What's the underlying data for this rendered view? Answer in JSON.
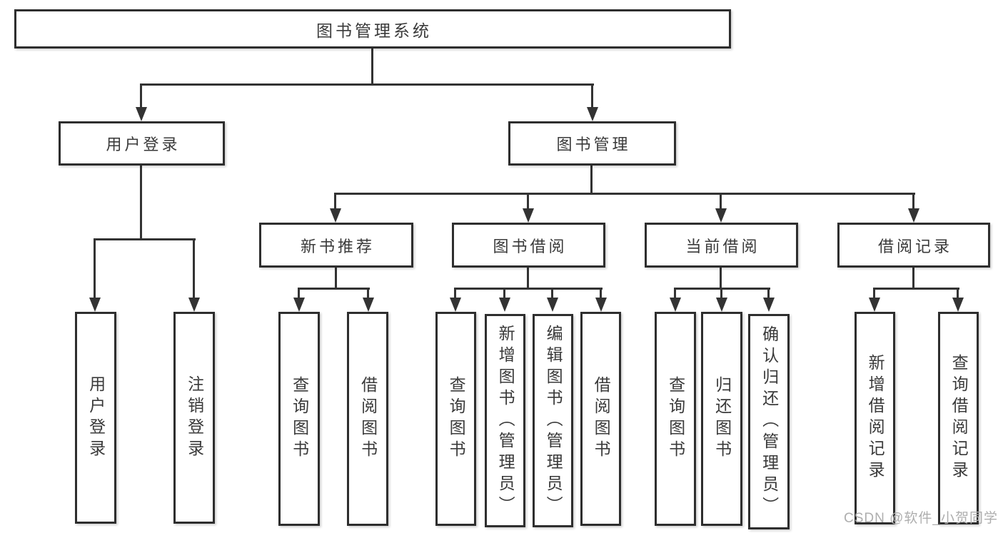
{
  "tree": {
    "label": "图书管理系统",
    "children": [
      {
        "label": "用户登录",
        "children": [
          {
            "label": "用户登录"
          },
          {
            "label": "注销登录"
          }
        ]
      },
      {
        "label": "图书管理",
        "children": [
          {
            "label": "新书推荐",
            "children": [
              {
                "label": "查询图书"
              },
              {
                "label": "借阅图书"
              }
            ]
          },
          {
            "label": "图书借阅",
            "children": [
              {
                "label": "查询图书"
              },
              {
                "label": "新增图书（管理员）"
              },
              {
                "label": "编辑图书（管理员）"
              },
              {
                "label": "借阅图书"
              }
            ]
          },
          {
            "label": "当前借阅",
            "children": [
              {
                "label": "查询图书"
              },
              {
                "label": "归还图书"
              },
              {
                "label": "确认归还（管理员）"
              }
            ]
          },
          {
            "label": "借阅记录",
            "children": [
              {
                "label": "新增借阅记录"
              },
              {
                "label": "查询借阅记录"
              }
            ]
          }
        ]
      }
    ]
  },
  "watermark": {
    "text": "CSDN @软件_小贺同学"
  },
  "colors": {
    "line": "#333333",
    "box_border": "#2e2e2e",
    "text": "#3a3a3a",
    "background": "#ffffff",
    "watermark": "#aeaeae"
  }
}
